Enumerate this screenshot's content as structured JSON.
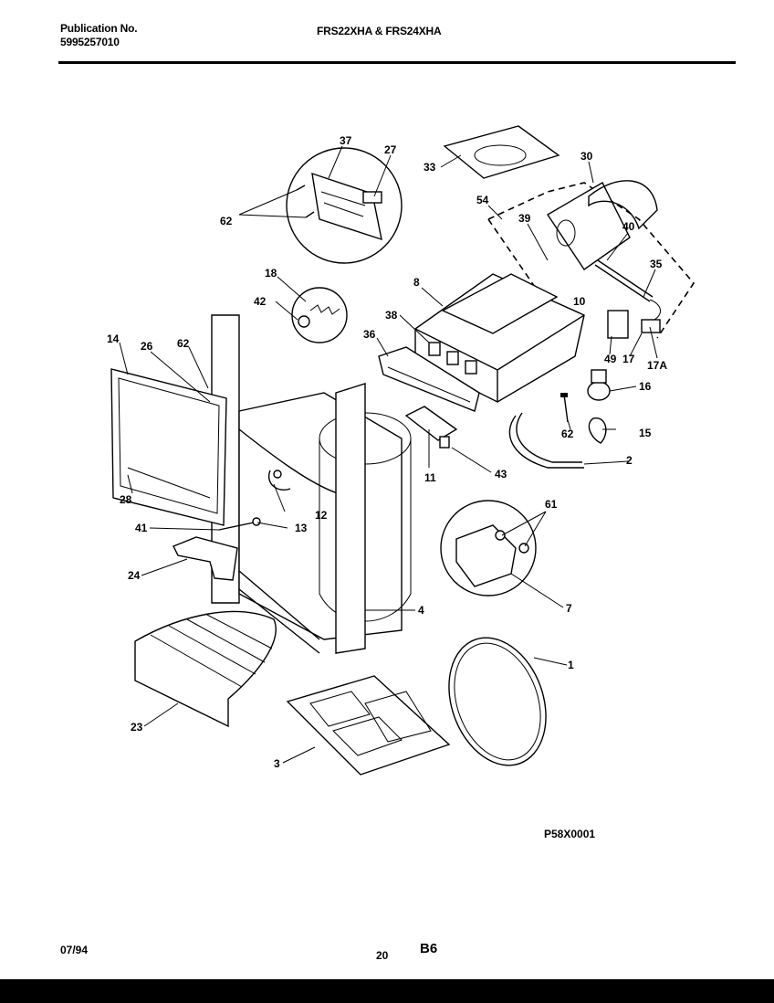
{
  "header": {
    "publication_label": "Publication No.",
    "publication_number": "5995257010",
    "models": "FRS22XHA & FRS24XHA"
  },
  "footer": {
    "date": "07/94",
    "page": "20",
    "section": "B6",
    "diagram_code": "P58X0001"
  },
  "callouts": {
    "c1": "1",
    "c2": "2",
    "c3": "3",
    "c4": "4",
    "c7": "7",
    "c8": "8",
    "c10": "10",
    "c11": "11",
    "c12": "12",
    "c13": "13",
    "c14": "14",
    "c15": "15",
    "c16": "16",
    "c17": "17",
    "c17a": "17A",
    "c18": "18",
    "c23": "23",
    "c24": "24",
    "c26": "26",
    "c27": "27",
    "c28": "28",
    "c30": "30",
    "c33": "33",
    "c35": "35",
    "c36": "36",
    "c37": "37",
    "c38": "38",
    "c39": "39",
    "c40": "40",
    "c41": "41",
    "c42": "42",
    "c43": "43",
    "c49": "49",
    "c54": "54",
    "c61": "61",
    "c62a": "62",
    "c62b": "62",
    "c62c": "62"
  }
}
